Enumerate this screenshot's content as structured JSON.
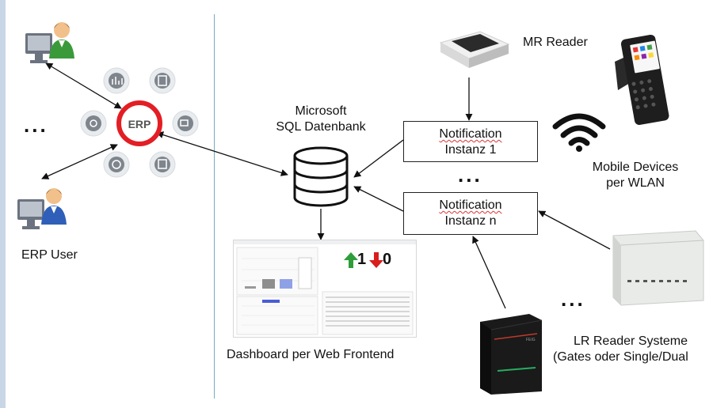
{
  "left": {
    "erp_hub_label": "ERP",
    "ellipsis": "...",
    "erp_user_label": "ERP User"
  },
  "database": {
    "label_line1": "Microsoft",
    "label_line2": "SQL Datenbank"
  },
  "notification1": {
    "line1": "Notification",
    "line2": "Instanz 1"
  },
  "notification_ellipsis": "...",
  "notificationN": {
    "line1": "Notification",
    "line2": "Instanz n"
  },
  "mr_reader_label": "MR Reader",
  "mobile": {
    "line1": "Mobile Devices",
    "line2": "per WLAN"
  },
  "lr_ellipsis": "...",
  "lr": {
    "line1": "LR Reader Systeme",
    "line2": "(Gates oder Single/Dual"
  },
  "dashboard": {
    "label": "Dashboard per Web Frontend",
    "counter_up": "1",
    "counter_down": "0"
  },
  "colors": {
    "erp_ring": "#e31e24",
    "arrow_up": "#2e9e3a",
    "arrow_down": "#d91e1e",
    "divider": "#7aa9c4"
  }
}
